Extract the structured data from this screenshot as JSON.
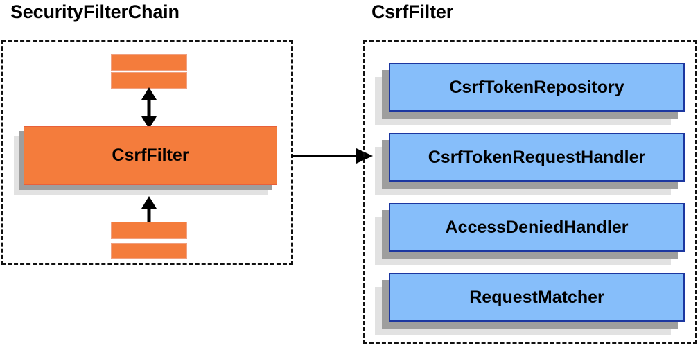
{
  "panels": {
    "left": {
      "title": "SecurityFilterChain",
      "filter_box_label": "CsrfFilter",
      "bars_above": [
        "filter-bar-above-1",
        "filter-bar-above-2"
      ],
      "bars_below": [
        "filter-bar-below-1",
        "filter-bar-below-2"
      ]
    },
    "right": {
      "title": "CsrfFilter",
      "components": [
        {
          "label": "CsrfTokenRepository"
        },
        {
          "label": "CsrfTokenRequestHandler"
        },
        {
          "label": "AccessDeniedHandler"
        },
        {
          "label": "RequestMatcher"
        }
      ]
    }
  },
  "connectors": {
    "up_arrow": "double-headed-vertical-arrow-top",
    "down_arrow": "double-headed-vertical-arrow-bottom",
    "cross_panel_arrow": "right-arrow-securityfilterchain-to-csrffilter"
  },
  "colors": {
    "orange_fill": "#f47c3c",
    "orange_border": "#e8603a",
    "blue_fill": "#86befa",
    "blue_border": "#1c37a0",
    "shadow_near": "#9e9e9e",
    "shadow_far": "#e2e2e2",
    "outline_dashed": "#111111",
    "text": "#000000",
    "background": "#ffffff"
  }
}
